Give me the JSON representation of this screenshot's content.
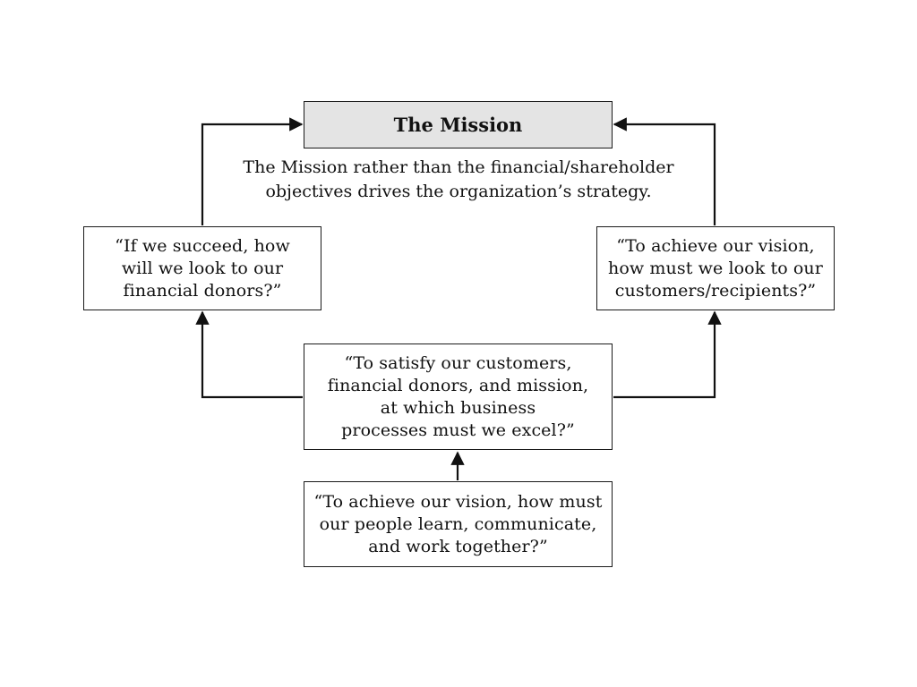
{
  "diagram": {
    "mission": {
      "title": "The Mission",
      "description": "The Mission rather than the financial/shareholder\nobjectives drives the organization’s strategy."
    },
    "financial": {
      "text": "“If we succeed, how\nwill we look to our\nfinancial donors?”"
    },
    "customer": {
      "text": "“To achieve our vision,\nhow must we look to our\ncustomers/recipients?”"
    },
    "internal_process": {
      "text": "“To satisfy our customers,\nfinancial donors, and mission,\nat which business\nprocesses must we excel?”"
    },
    "learning": {
      "text": "“To achieve our vision, how must\nour people learn, communicate,\nand work together?”"
    },
    "colors": {
      "mission_fill": "#e4e4e4",
      "box_border": "#1a1a1a",
      "arrow": "#111111"
    }
  }
}
